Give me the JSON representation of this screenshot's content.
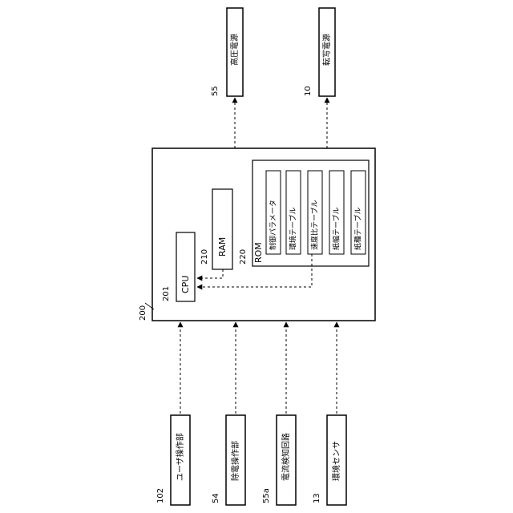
{
  "outputs": {
    "high_voltage": {
      "label": "高圧電源",
      "ref": "55"
    },
    "transfer": {
      "label": "転写電源",
      "ref": "10"
    }
  },
  "controller": {
    "ref": "200",
    "cpu": {
      "label": "CPU",
      "ref": "201"
    },
    "ram": {
      "label": "RAM",
      "ref": "210"
    },
    "rom": {
      "label": "ROM",
      "ref": "220",
      "tables": [
        "制御パラメータ",
        "環境テーブル",
        "速度比テーブル",
        "紙幅テーブル",
        "紙種テーブル"
      ]
    }
  },
  "inputs": [
    {
      "label": "ユーザ操作部",
      "ref": "102"
    },
    {
      "label": "除電操作部",
      "ref": "54"
    },
    {
      "label": "電流検知回路",
      "ref": "55a"
    },
    {
      "label": "環境センサ",
      "ref": "13"
    }
  ]
}
